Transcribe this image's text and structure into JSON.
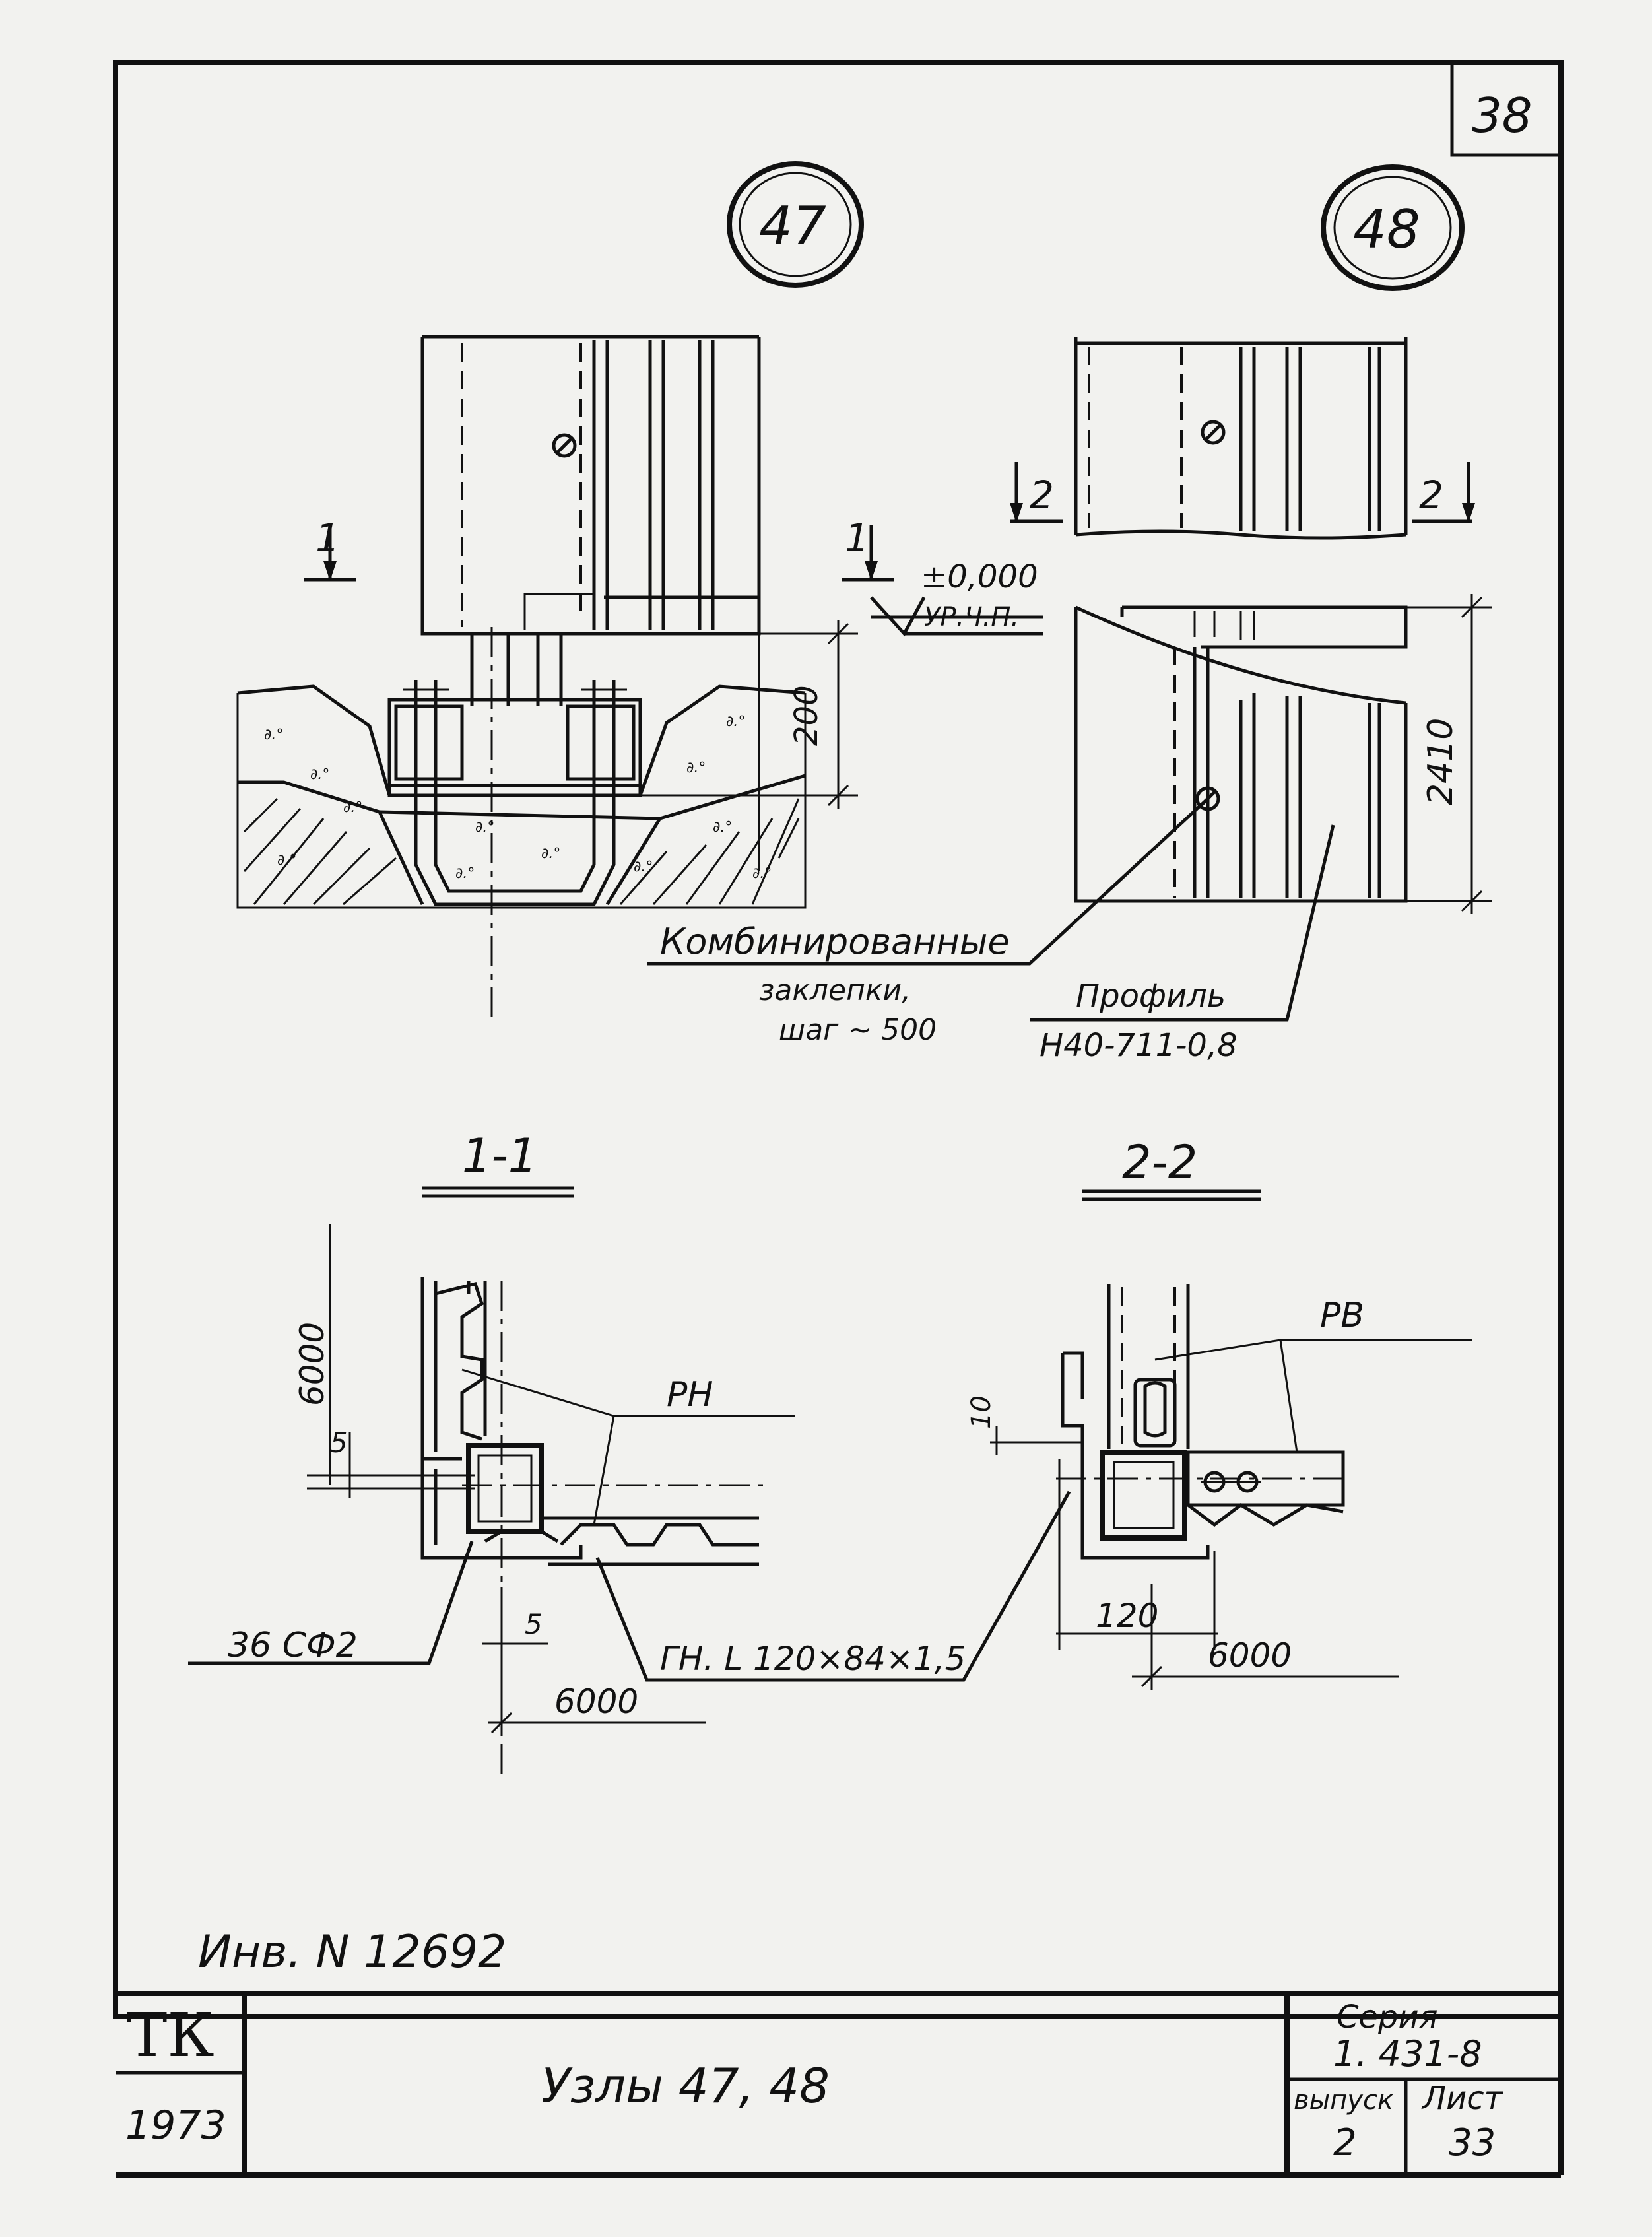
{
  "sheet_number": "38",
  "nodes": {
    "node47": "47",
    "node48": "48"
  },
  "section_marks": {
    "left_a": "1",
    "left_b": "1",
    "right_a": "2",
    "right_b": "2"
  },
  "elevation": {
    "level": "±0,000",
    "level_label": "УР.Ч.П.",
    "dim_200": "200",
    "dim_2410": "2410"
  },
  "callouts": {
    "rivets_title": "Комбинированные",
    "rivets_line2": "заклепки,",
    "rivets_line3": "шаг ~ 500",
    "profile_title": "Профиль",
    "profile_code": "Н40-711-0,8"
  },
  "section_titles": {
    "s11": "1-1",
    "s22": "2-2"
  },
  "section11": {
    "dim_6000_vertical": "6000",
    "dim_5_top": "5",
    "dim_5_bottom": "5",
    "label_rn": "РН",
    "label_36sf2": "36 СФ2",
    "label_angle": "ГН. L 120×84×1,5",
    "dim_6000_bottom": "6000"
  },
  "section22": {
    "label_rv": "РВ",
    "dim_10": "10",
    "dim_120": "120",
    "dim_6000": "6000"
  },
  "inventory": "Инв. N 12692",
  "title_block": {
    "org": "ТК",
    "year": "1973",
    "title": "Узлы 47, 48",
    "series_label": "Серия",
    "series_value": "1. 431-8",
    "issue_label": "выпуск",
    "issue_value": "2",
    "sheet_label": "Лист",
    "sheet_value": "33"
  }
}
